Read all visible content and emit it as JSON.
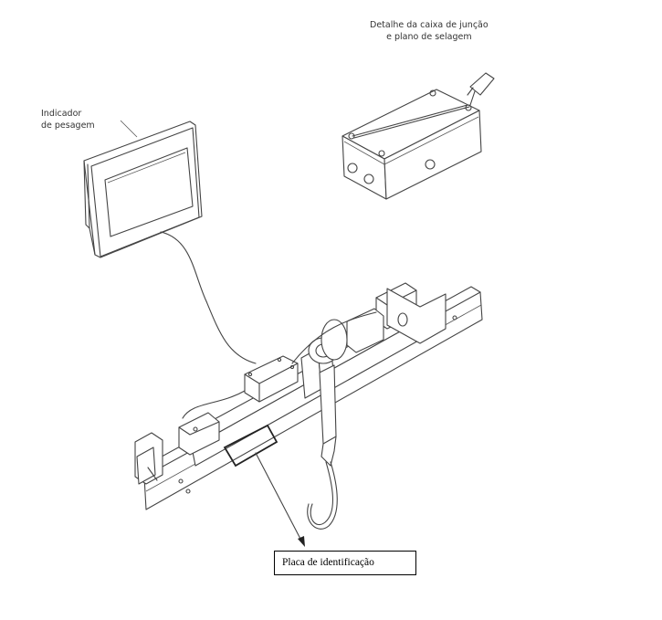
{
  "labels": {
    "junction_box_detail_line1": "Detalhe da caixa de junção",
    "junction_box_detail_line2": "e plano de selagem",
    "weighing_indicator_line1": "Indicador",
    "weighing_indicator_line2": "de pesagem",
    "identification_plate": "Placa de identificação"
  }
}
